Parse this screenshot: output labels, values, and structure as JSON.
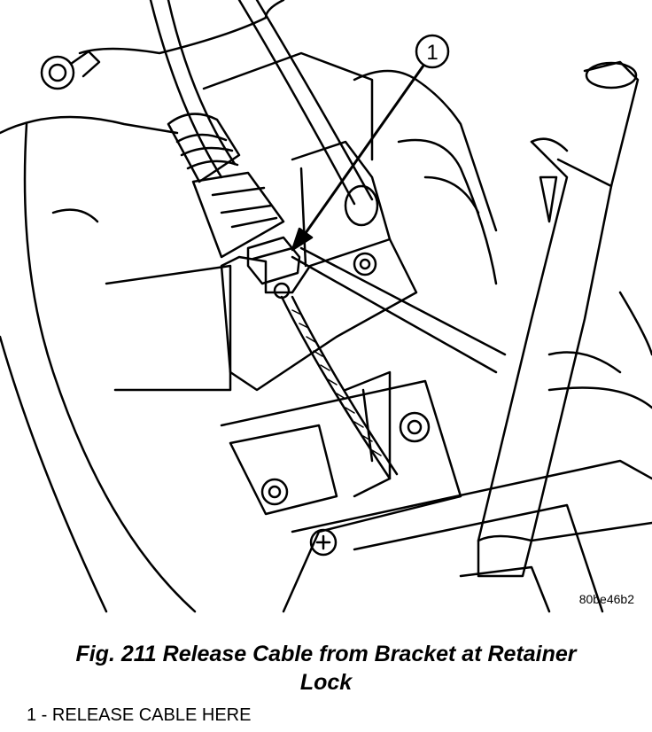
{
  "figure": {
    "callout": "1",
    "code": "80be46b2"
  },
  "caption": {
    "line1": "Fig. 211 Release Cable from Bracket at Retainer",
    "line2": "Lock"
  },
  "legend": [
    {
      "number": "1",
      "separator": " - ",
      "text": "RELEASE CABLE HERE"
    }
  ]
}
